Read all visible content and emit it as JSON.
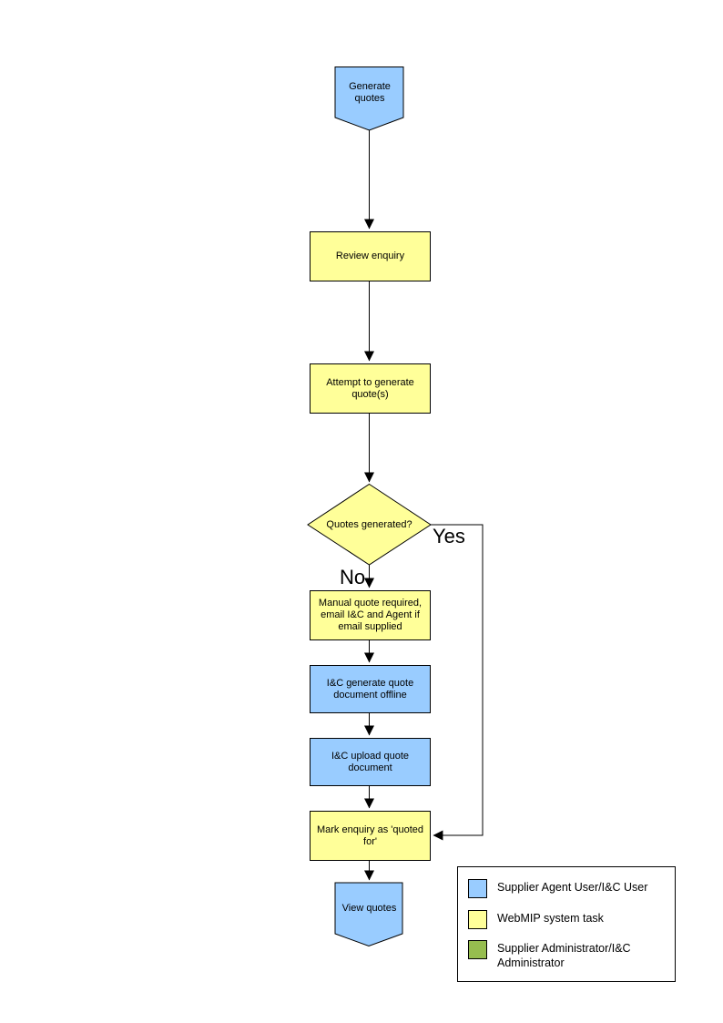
{
  "colors": {
    "blue": "#99CCFF",
    "yellow": "#FFFF99",
    "green": "#96BD4F",
    "line": "#000000"
  },
  "flowchart": {
    "start": "Generate quotes",
    "review": "Review enquiry",
    "attempt": "Attempt to generate quote(s)",
    "decision": "Quotes generated?",
    "yes_label": "Yes",
    "no_label": "No",
    "manual": "Manual quote required, email I&C and Agent if email supplied",
    "ic_generate": "I&C generate quote document offline",
    "ic_upload": "I&C upload quote document",
    "mark": "Mark enquiry as 'quoted for'",
    "end": "View quotes"
  },
  "legend": {
    "items": [
      {
        "label": "Supplier Agent User/I&C User",
        "color": "#99CCFF"
      },
      {
        "label": "WebMIP system task",
        "color": "#FFFF99"
      },
      {
        "label": "Supplier Administrator/I&C Administrator",
        "color": "#96BD4F"
      }
    ]
  }
}
